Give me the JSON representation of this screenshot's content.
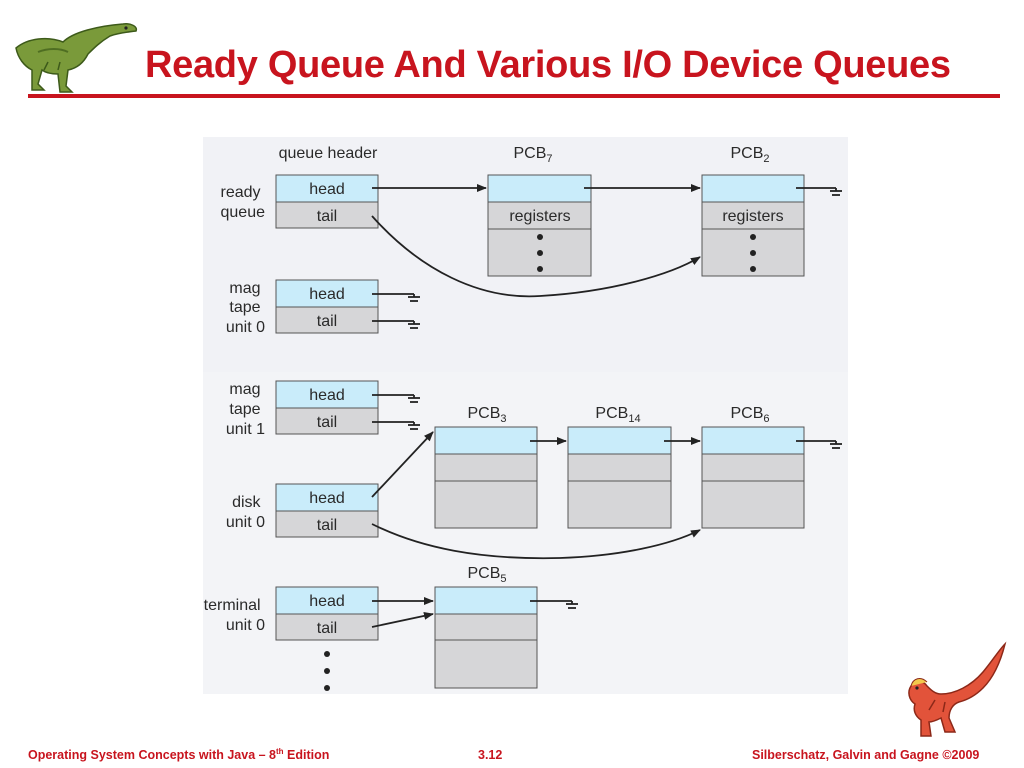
{
  "title": "Ready Queue And Various I/O Device Queues",
  "diagram": {
    "column_headers": {
      "queue_header": "queue header",
      "pcb7": {
        "base": "PCB",
        "sub": "7"
      },
      "pcb2": {
        "base": "PCB",
        "sub": "2"
      },
      "pcb3": {
        "base": "PCB",
        "sub": "3"
      },
      "pcb14": {
        "base": "PCB",
        "sub": "14"
      },
      "pcb6": {
        "base": "PCB",
        "sub": "6"
      },
      "pcb5": {
        "base": "PCB",
        "sub": "5"
      }
    },
    "queues": {
      "ready": [
        "ready",
        "queue"
      ],
      "mag0": [
        "mag",
        "tape",
        "unit 0"
      ],
      "mag1": [
        "mag",
        "tape",
        "unit 1"
      ],
      "disk": [
        "disk",
        "unit 0"
      ],
      "terminal": [
        "terminal",
        "unit 0"
      ]
    },
    "cells": {
      "head": "head",
      "tail": "tail",
      "registers": "registers"
    },
    "colors": {
      "head_fill": "#c9ecfa",
      "body_fill": "#d6d6d8",
      "panel": "#f1f2f6",
      "line": "#222222"
    }
  },
  "footer": {
    "left_prefix": "Operating System Concepts  with Java – 8",
    "left_sup": "th",
    "left_suffix": " Edition",
    "page": "3.12",
    "right": "Silberschatz, Galvin and Gagne ©2009"
  }
}
